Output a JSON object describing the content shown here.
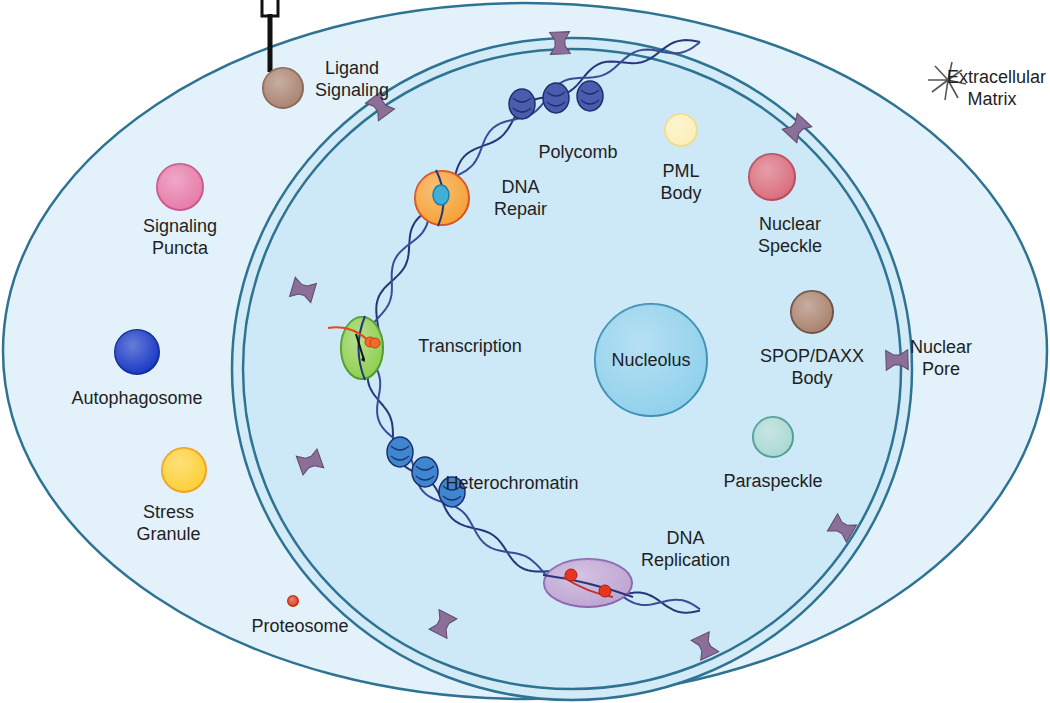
{
  "diagram": {
    "nodes": [
      {
        "text": [
          "Ligand Signaling"
        ]
      },
      {
        "text": [
          "Signaling Puncta"
        ]
      },
      {
        "text": [
          "DNA Repair"
        ]
      },
      {
        "text": [
          "PML Body"
        ]
      },
      {
        "text": [
          "Nuclear Speckle"
        ]
      },
      {
        "text": [
          "Transcription"
        ]
      },
      {
        "text": [
          "Nucleolus"
        ]
      },
      {
        "text": [
          "SPOP/DAXX Body"
        ]
      },
      {
        "text": [
          "Autophagosome"
        ]
      },
      {
        "text": [
          "Paraspeckle"
        ]
      },
      {
        "text": [
          "Stress Granule"
        ]
      },
      {
        "text": [
          "DNA Replication"
        ]
      },
      {
        "text": [
          "Proteosome"
        ]
      }
    ],
    "labels": [
      "Extracellular Matrix",
      "Polycomb",
      "Nuclear Pore",
      "Heterochromatin"
    ]
  }
}
